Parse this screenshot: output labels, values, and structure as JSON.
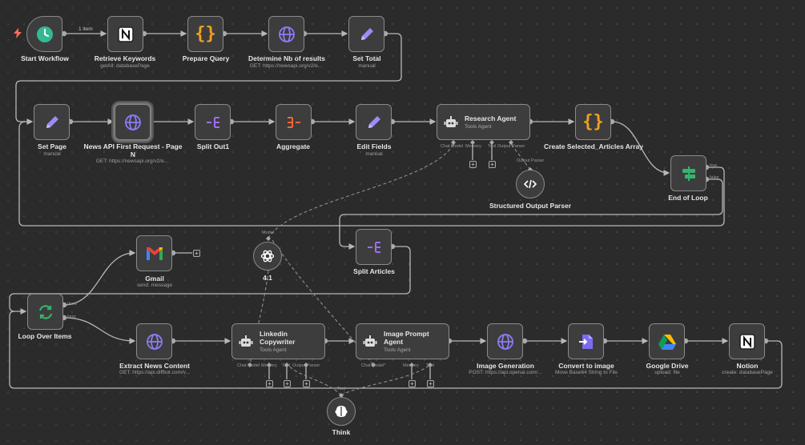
{
  "connector_labels": {
    "items_count": "1 item",
    "if_true": "true",
    "if_false": "false",
    "loop_done": "done",
    "loop_loop": "loop"
  },
  "nodes": {
    "start": {
      "title": "Start Workflow"
    },
    "retrieve": {
      "title": "Retrieve Keywords",
      "sub": "getAll: databasePage"
    },
    "prepare": {
      "title": "Prepare Query"
    },
    "determine": {
      "title": "Determine Nb of results",
      "sub": "GET: https://newsapi.org/v2/e..."
    },
    "settotal": {
      "title": "Set Total",
      "sub": "manual"
    },
    "setpage": {
      "title": "Set Page",
      "sub": "manual"
    },
    "newsapi": {
      "title": "News API First Request - Page N",
      "sub": "GET: https://newsapi.org/v2/e..."
    },
    "splitout": {
      "title": "Split Out1"
    },
    "aggregate": {
      "title": "Aggregate"
    },
    "editfields": {
      "title": "Edit Fields",
      "sub": "manual"
    },
    "research": {
      "title": "Research Agent",
      "sub": "Tools Agent",
      "ports": [
        "Chat Model",
        "Memory",
        "Tool",
        "Output Parser"
      ]
    },
    "createsel": {
      "title": "Create Selected_Articles Array"
    },
    "endloop": {
      "title": "End of Loop"
    },
    "parser": {
      "title": "Structured Output Parser",
      "port": "Output Parser"
    },
    "splitarticles": {
      "title": "Split Articles"
    },
    "gmail": {
      "title": "Gmail",
      "sub": "send: message"
    },
    "model41": {
      "title": "4.1",
      "port": "Model"
    },
    "loopitems": {
      "title": "Loop Over Items"
    },
    "extract": {
      "title": "Extract News Content",
      "sub": "GET: https://api.diffbot.com/v..."
    },
    "linkedin": {
      "title": "Linkedin Copywriter",
      "sub": "Tools Agent",
      "ports": [
        "Chat Model",
        "Memory",
        "Tool",
        "Output Parser"
      ]
    },
    "imageprompt": {
      "title": "Image Prompt Agent",
      "sub": "Tools Agent",
      "ports": [
        "Chat Model*",
        "Memory",
        "Tool"
      ]
    },
    "imagegen": {
      "title": "Image Generation",
      "sub": "POST: https://api.openai.com/..."
    },
    "convert": {
      "title": "Convert to image",
      "sub": "Move Base64 String to File"
    },
    "gdrive": {
      "title": "Google Drive",
      "sub": "upload: file"
    },
    "notion2": {
      "title": "Notion",
      "sub": "create: databasePage"
    },
    "think": {
      "title": "Think",
      "port": "Tool"
    }
  },
  "icons": {
    "start": "clock-icon",
    "retrieve": "notion-icon",
    "prepare": "code-braces-icon",
    "determine": "globe-icon",
    "edit": "pencil-icon",
    "split": "split-icon",
    "aggregate": "aggregate-icon",
    "agent": "robot-icon",
    "if": "if-icon",
    "parser": "code-tag-icon",
    "gmail": "gmail-icon",
    "openai": "openai-icon",
    "loop": "loop-icon",
    "convert": "file-convert-icon",
    "gdrive": "google-drive-icon",
    "think": "brain-icon",
    "trigger": "bolt-icon"
  },
  "colors": {
    "canvas": "#2b2b2b",
    "node": "#3d3d3d",
    "border": "#8a8a8a",
    "edge": "#b8b8b8",
    "dashed": "#8f8f8f",
    "code": "#f0a020",
    "globe": "#8b7cf6",
    "split": "#9d6cf0",
    "aggregate": "#f0683a",
    "trigger": "#ff6d5a",
    "ifgreen": "#35b36b"
  }
}
